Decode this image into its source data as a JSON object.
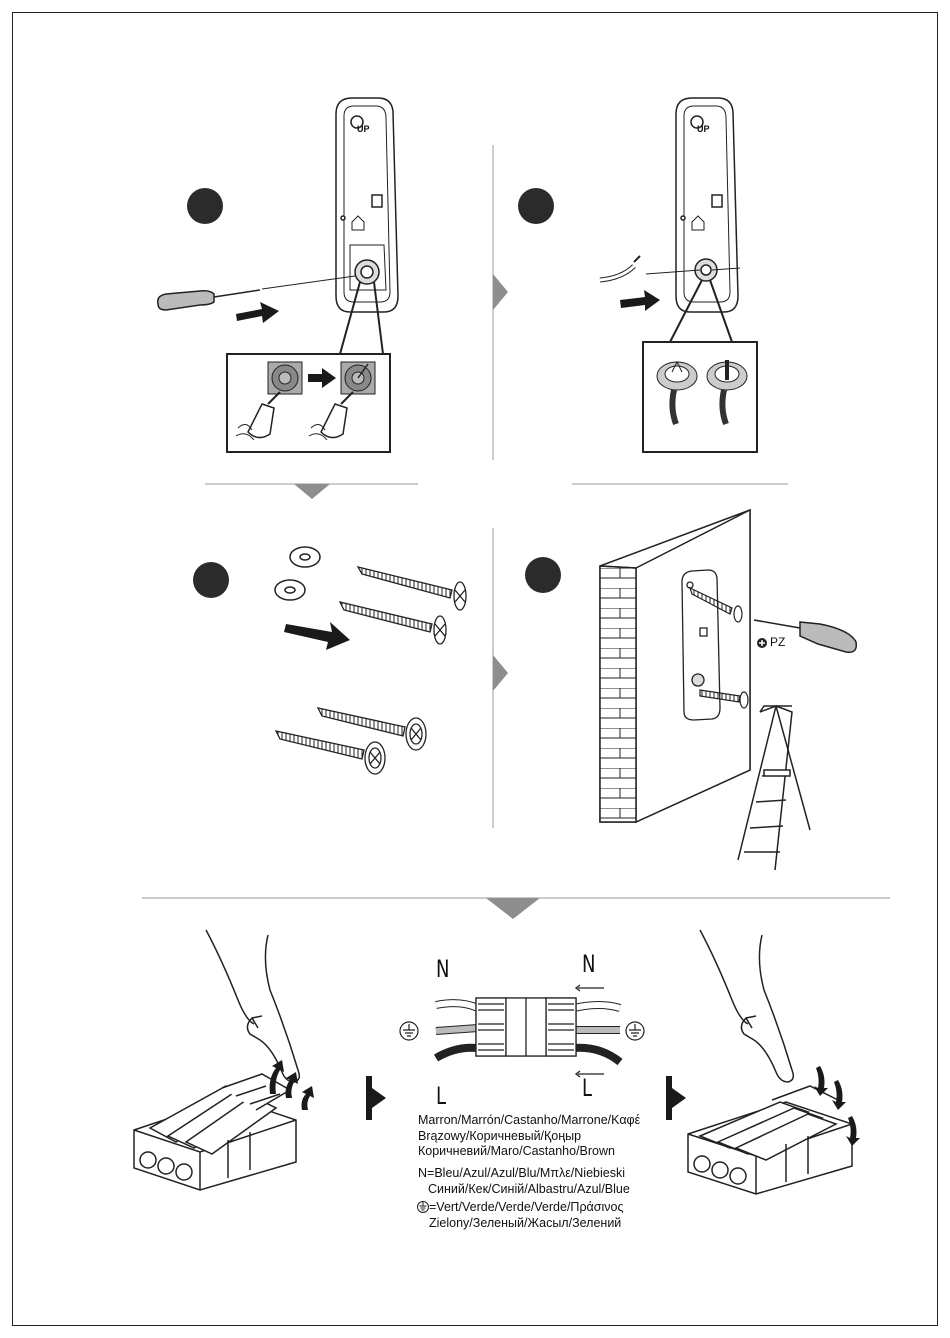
{
  "step_labels": {
    "up_marking": "UP",
    "screwdriver_type": "PZ"
  },
  "connector_labels": {
    "n_left": "N",
    "n_right": "N",
    "l_left": "L",
    "l_right": "L"
  },
  "wire_legend": {
    "brown": [
      "Marron/Marrón/Castanho/Marrone/Καφέ",
      "Brązowy/Коричневый/Қоңыр",
      "Коричневий/Maro/Castanho/Brown"
    ],
    "blue": [
      "N=Bleu/Azul/Azul/Blu/Μπλε/Niebieski",
      "Синий/Кек/Синій/Albastru/Azul/Blue"
    ],
    "green": [
      "=Vert/Verde/Verde/Verde/Πράσινος",
      "Zielony/Зеленый/Жасыл/Зелений"
    ]
  },
  "colors": {
    "step_circle": "#2b2b2b",
    "divider": "#9a9a9a",
    "arrow": "#1a1a1a"
  }
}
